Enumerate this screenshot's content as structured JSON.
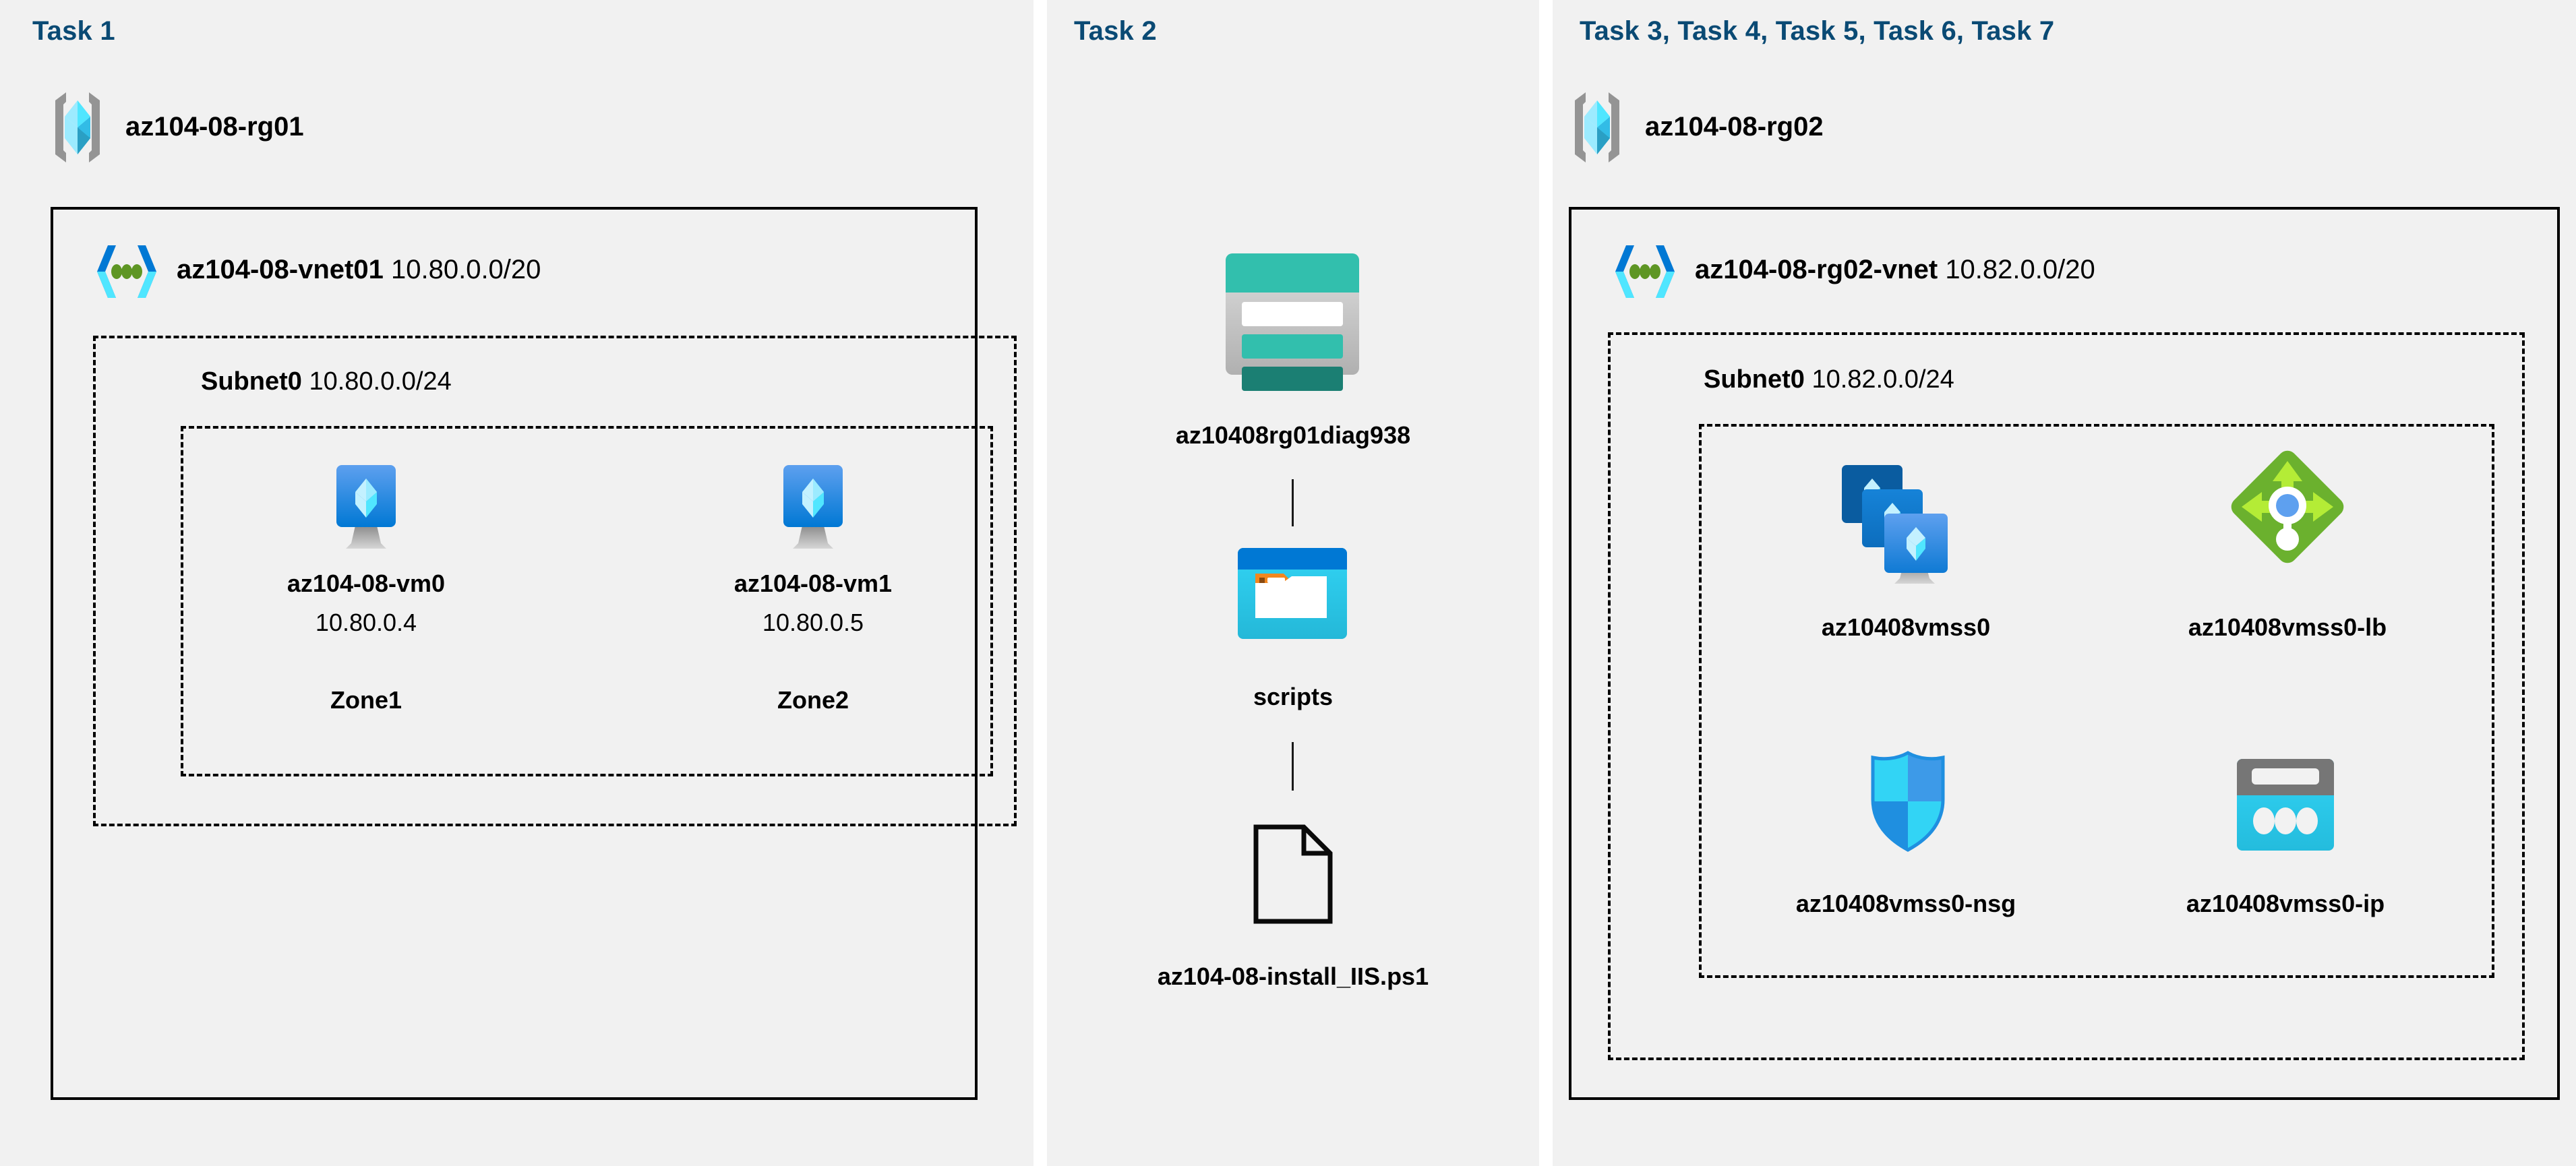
{
  "meta": {
    "title": "Azure AZ-104 Lab 08 architecture diagram",
    "accent_task_color": "#0a4a74",
    "panel_bg": "#f1f1f1",
    "page_bg": "#ffffff",
    "border_color": "#000000"
  },
  "panels": [
    {
      "id": "task1",
      "task_label": "Task 1",
      "resource_group": {
        "name": "az104-08-rg01",
        "icon": "resource-group-icon"
      },
      "vnet": {
        "name": "az104-08-vnet01",
        "cidr": "10.80.0.0/20",
        "icon": "virtual-network-icon"
      },
      "subnet": {
        "name": "Subnet0",
        "cidr": "10.80.0.0/24"
      },
      "vms": [
        {
          "icon": "virtual-machine-icon",
          "name": "az104-08-vm0",
          "ip": "10.80.0.4",
          "zone": "Zone1"
        },
        {
          "icon": "virtual-machine-icon",
          "name": "az104-08-vm1",
          "ip": "10.80.0.5",
          "zone": "Zone2"
        }
      ]
    },
    {
      "id": "task2",
      "task_label": "Task 2",
      "items": [
        {
          "icon": "storage-account-icon",
          "name": "az10408rg01diag938"
        },
        {
          "icon": "blob-container-icon",
          "name": "scripts"
        },
        {
          "icon": "file-document-icon",
          "name": "az104-08-install_IIS.ps1"
        }
      ]
    },
    {
      "id": "task3to7",
      "task_label": "Task 3, Task 4, Task 5, Task 6, Task 7",
      "resource_group": {
        "name": "az104-08-rg02",
        "icon": "resource-group-icon"
      },
      "vnet": {
        "name": "az104-08-rg02-vnet",
        "cidr": "10.82.0.0/20",
        "icon": "virtual-network-icon"
      },
      "subnet": {
        "name": "Subnet0",
        "cidr": "10.82.0.0/24"
      },
      "resources": [
        {
          "icon": "vm-scale-set-icon",
          "name": "az10408vmss0"
        },
        {
          "icon": "load-balancer-icon",
          "name": "az10408vmss0-lb"
        },
        {
          "icon": "network-security-group-icon",
          "name": "az10408vmss0-nsg"
        },
        {
          "icon": "public-ip-address-icon",
          "name": "az10408vmss0-ip"
        }
      ]
    }
  ],
  "colors": {
    "azure_blue": "#0078d4",
    "azure_cyan": "#50e6ff",
    "vnet_green_dot": "#5e9624",
    "storage_teal": "#32bfad",
    "storage_teal_dark": "#1b7f73",
    "lb_green": "#6bb12e",
    "lb_green_light": "#b4ec36",
    "nsg_cyan": "#32d4f5",
    "pip_gray": "#767676",
    "rg_gray": "#949494"
  }
}
